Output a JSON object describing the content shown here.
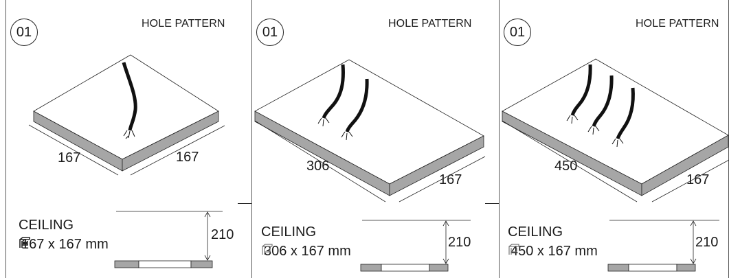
{
  "panels": [
    {
      "step": "01",
      "title": "HOLE PATTERN",
      "dim_left": "167",
      "dim_right": "167",
      "ceiling_label": "CEILING",
      "size_text": "167 x 167 mm",
      "height": "210",
      "cable_count": 1
    },
    {
      "step": "01",
      "title": "HOLE PATTERN",
      "dim_left": "306",
      "dim_right": "167",
      "ceiling_label": "CEILING",
      "size_text": "306 x 167 mm",
      "height": "210",
      "cable_count": 2
    },
    {
      "step": "01",
      "title": "HOLE PATTERN",
      "dim_left": "450",
      "dim_right": "167",
      "ceiling_label": "CEILING",
      "size_text": "450 x 167 mm",
      "height": "210",
      "cable_count": 3
    }
  ],
  "icons": {
    "size": "ceiling-cutout-icon",
    "cable": "power-cable-icon"
  },
  "colors": {
    "edge_fill": "#a6a6a6",
    "line": "#222222",
    "background": "#ffffff"
  }
}
